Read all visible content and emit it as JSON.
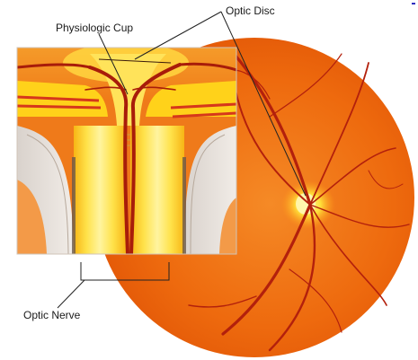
{
  "labels": {
    "physiologic_cup": "Physiologic Cup",
    "optic_disc": "Optic Disc",
    "optic_nerve": "Optic Nerve"
  },
  "colors": {
    "retina": "#ee6a0e",
    "retina_edge": "#f07a1c",
    "disc_yellow": "#ffe84a",
    "vessel": "#b3200c",
    "nerve_yellow": "#ffd21a",
    "leader_line": "#222222"
  }
}
